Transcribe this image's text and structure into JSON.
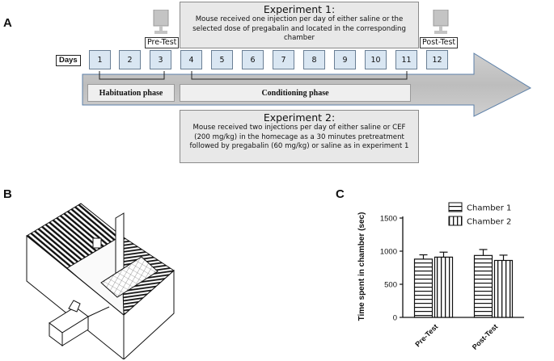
{
  "panels": {
    "a": "A",
    "b": "B",
    "c": "C"
  },
  "experiment1": {
    "title": "Experiment 1:",
    "text": "Mouse received one injection per day of either saline or the selected dose of pregabalin and located in the corresponding chamber"
  },
  "experiment2": {
    "title": "Experiment 2:",
    "text": "Mouse received two injections per day of either saline or CEF (200 mg/kg) in the homecage as a 30 minutes pretreatment followed by pregabalin (60 mg/kg) or saline as in experiment 1"
  },
  "timeline": {
    "days_label": "Days",
    "days": [
      "1",
      "2",
      "3",
      "4",
      "5",
      "6",
      "7",
      "8",
      "9",
      "10",
      "11",
      "12"
    ],
    "pre_test": "Pre-Test",
    "post_test": "Post-Test",
    "habituation": "Habituation phase",
    "conditioning": "Conditioning phase"
  },
  "colors": {
    "arrow": "#bfbfbf",
    "day_fill": "#d9e6f2",
    "box_fill": "#e8e8e8"
  },
  "chart_data": {
    "type": "bar",
    "categories": [
      "Pre-Test",
      "Post-Test"
    ],
    "series": [
      {
        "name": "Chamber 1",
        "values": [
          880,
          935
        ],
        "errors": [
          65,
          90
        ],
        "pattern": "horizontal-stripes"
      },
      {
        "name": "Chamber 2",
        "values": [
          910,
          860
        ],
        "errors": [
          75,
          80
        ],
        "pattern": "vertical-stripes"
      }
    ],
    "ylabel": "Time spent in chamber (sec)",
    "ylim": [
      0,
      1500
    ],
    "yticks": [
      "0",
      "500",
      "1000",
      "1500"
    ],
    "legend": "top",
    "grid": false
  }
}
